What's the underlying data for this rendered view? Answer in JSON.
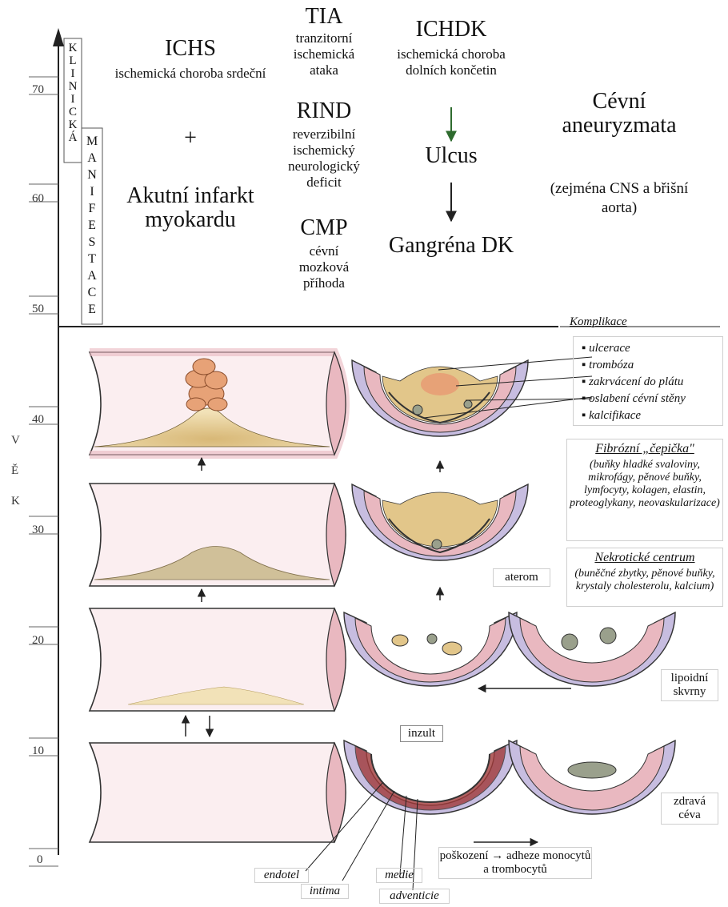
{
  "axis": {
    "ticks": [
      "70",
      "60",
      "50",
      "40",
      "30",
      "20",
      "10",
      "0"
    ],
    "axis_letters_age": [
      "V",
      "Ě",
      "K"
    ],
    "manifestation_left": [
      "K",
      "L",
      "I",
      "N",
      "I",
      "C",
      "K",
      "Á"
    ],
    "manifestation_right": [
      "M",
      "A",
      "N",
      "I",
      "F",
      "E",
      "S",
      "T",
      "A",
      "C",
      "E"
    ]
  },
  "clinical": {
    "ichs_title": "ICHS",
    "ichs_sub": "ischemická choroba srdeční",
    "plus": "+",
    "ami": "Akutní infarkt myokardu",
    "tia_title": "TIA",
    "tia_sub": "tranzitorní ischemická ataka",
    "rind_title": "RIND",
    "rind_sub": "reverzibilní ischemický neurologický deficit",
    "cmp_title": "CMP",
    "cmp_sub": "cévní mozková příhoda",
    "ichdk_title": "ICHDK",
    "ichdk_sub": "ischemická choroba dolních končetin",
    "ulcus": "Ulcus",
    "gangrena": "Gangréna DK",
    "aneurysm_title": "Cévní aneuryzmata",
    "aneurysm_sub": "(zejména CNS a břišní aorta)"
  },
  "complications": {
    "title": "Komplikace",
    "items": [
      "ulcerace",
      "trombóza",
      "zakrvácení do plátu",
      "oslabení cévní stěny",
      "kalcifikace"
    ]
  },
  "fibrous_cap": {
    "title": "Fibrózní „čepička\"",
    "text": "(buňky hladké svaloviny, mikrofágy, pěnové buňky, lymfocyty, kolagen, elastin, proteoglykany, neovaskularizace)"
  },
  "necrotic_core": {
    "title": "Nekrotické centrum",
    "text": "(buněčné zbytky, pěnové buňky, krystaly cholesterolu, kalcium)"
  },
  "labels": {
    "aterom": "aterom",
    "lipoid": "lipoidní skvrny",
    "healthy": "zdravá céva",
    "inzult": "inzult",
    "damage": "poškození → adheze monocytů a trombocytů",
    "endotel": "endotel",
    "intima": "intima",
    "medie": "medie",
    "adventicie": "adventicie"
  },
  "colors": {
    "vessel_wall": "#e9b8c0",
    "vessel_inner": "#fbeef0",
    "plaque": "#e2c68a",
    "thrombus": "#e7a277",
    "adventitia": "#c7bde0",
    "arrow_green": "#2e6b2e"
  }
}
